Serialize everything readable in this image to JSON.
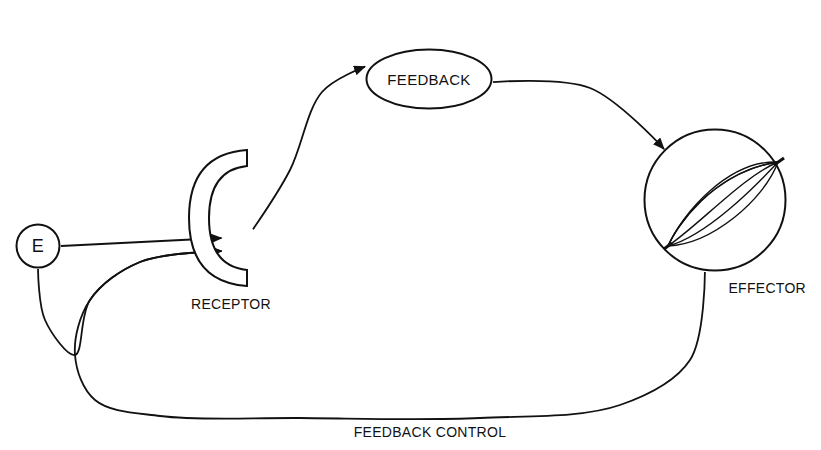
{
  "diagram": {
    "nodes": [
      {
        "text": [
          "E"
        ]
      },
      {
        "text": [
          "RECEPTOR"
        ]
      },
      {
        "text": [
          "FEEDBACK"
        ]
      },
      {
        "text": [
          "EFFECTOR"
        ]
      }
    ],
    "edges": [
      {
        "from": 0,
        "to": 1,
        "arrow": "to"
      },
      {
        "from": 1,
        "to": 2,
        "arrow": "to"
      },
      {
        "from": 2,
        "to": 3,
        "arrow": "to"
      },
      {
        "from": 3,
        "to": 1,
        "label": "FEEDBACK CONTROL",
        "arrow": "to"
      },
      {
        "from": 0,
        "to": 1,
        "arrow": "to"
      }
    ]
  }
}
